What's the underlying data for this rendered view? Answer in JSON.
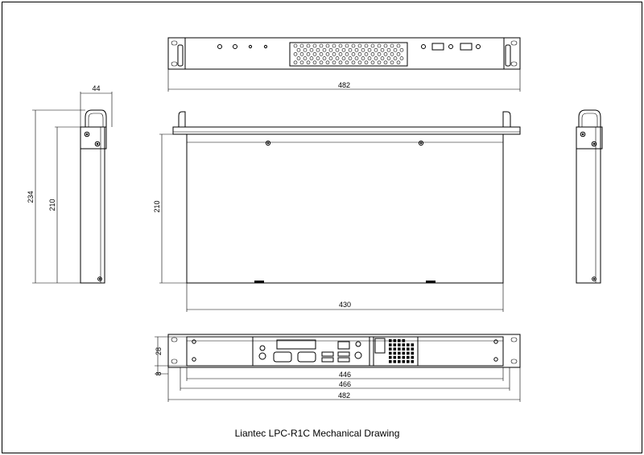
{
  "title": "Liantec LPC-R1C Mechanical Drawing",
  "dimensions": {
    "front_width": "482",
    "side_depth_top": "44",
    "side_height_total": "234",
    "side_height": "210",
    "top_height": "210",
    "top_width": "430",
    "rear_height_28": "28",
    "rear_height_8": "8",
    "rear_width_446": "446",
    "rear_width_466": "466",
    "rear_width_482": "482"
  }
}
